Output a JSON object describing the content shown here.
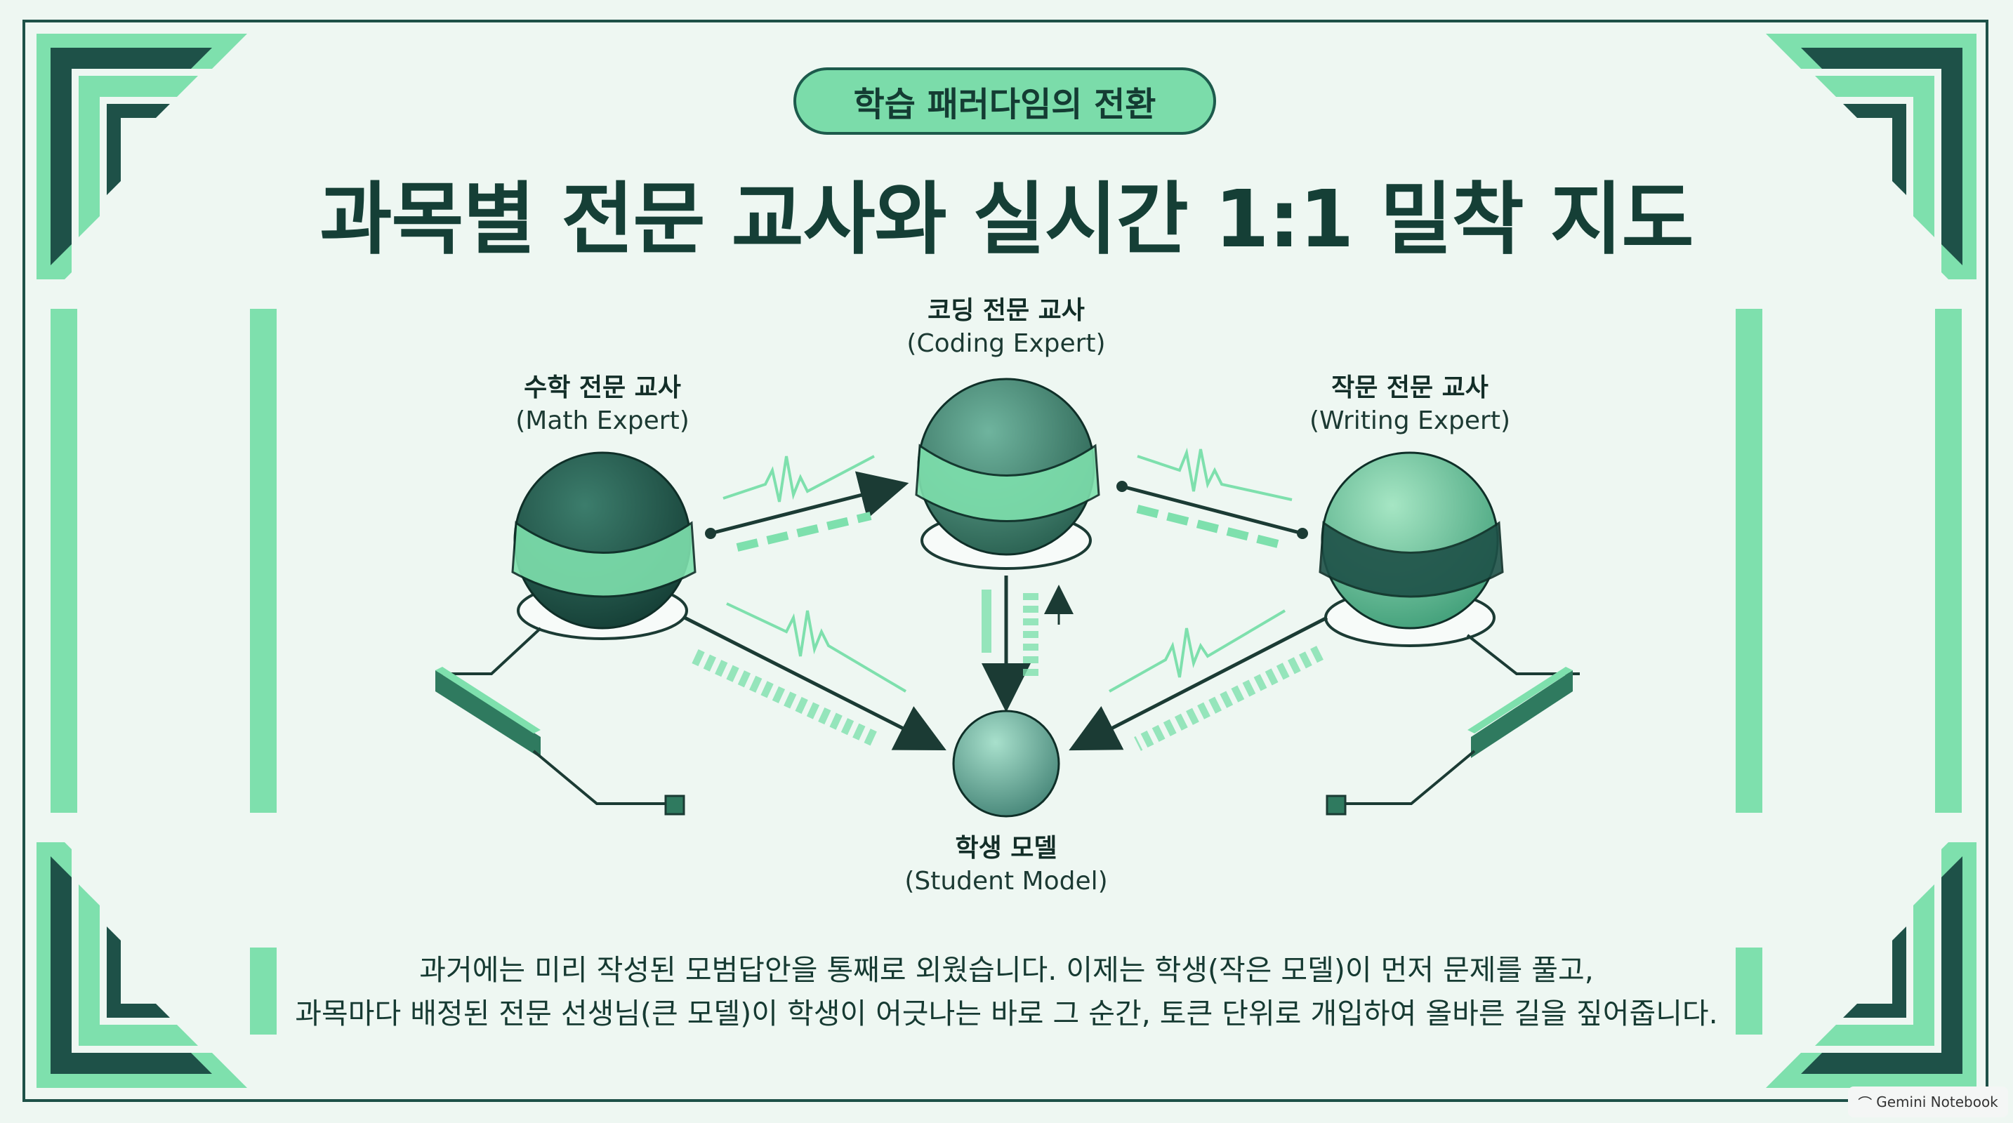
{
  "header": {
    "pill_label": "학습 패러다임의 전환",
    "title": "과목별 전문 교사와 실시간 1:1 밀착 지도"
  },
  "nodes": {
    "coding": {
      "name_ko": "코딩 전문 교사",
      "name_en": "(Coding Expert)",
      "color": "#3e8a72"
    },
    "math": {
      "name_ko": "수학 전문 교사",
      "name_en": "(Math Expert)",
      "color": "#1f5a4c"
    },
    "writing": {
      "name_ko": "작문 전문 교사",
      "name_en": "(Writing Expert)",
      "color": "#6ccb98"
    },
    "student": {
      "name_ko": "학생 모델",
      "name_en": "(Student Model)",
      "color": "#5aa691"
    }
  },
  "description": {
    "line1": "과거에는 미리 작성된 모범답안을 통째로 외웠습니다. 이제는 학생(작은 모델)이 먼저 문제를 풀고,",
    "line2": "과목마다 배정된 전문 선생님(큰 모델)이 학생이 어긋나는 바로 그 순간, 토큰 단위로 개입하여 올바른 길을 짚어줍니다."
  },
  "badge": {
    "label": "Gemini Notebook",
    "icon": "gemini-logo-icon"
  },
  "colors": {
    "accent": "#7ee0ad",
    "dark": "#1e5148",
    "background": "#eef7f2"
  }
}
